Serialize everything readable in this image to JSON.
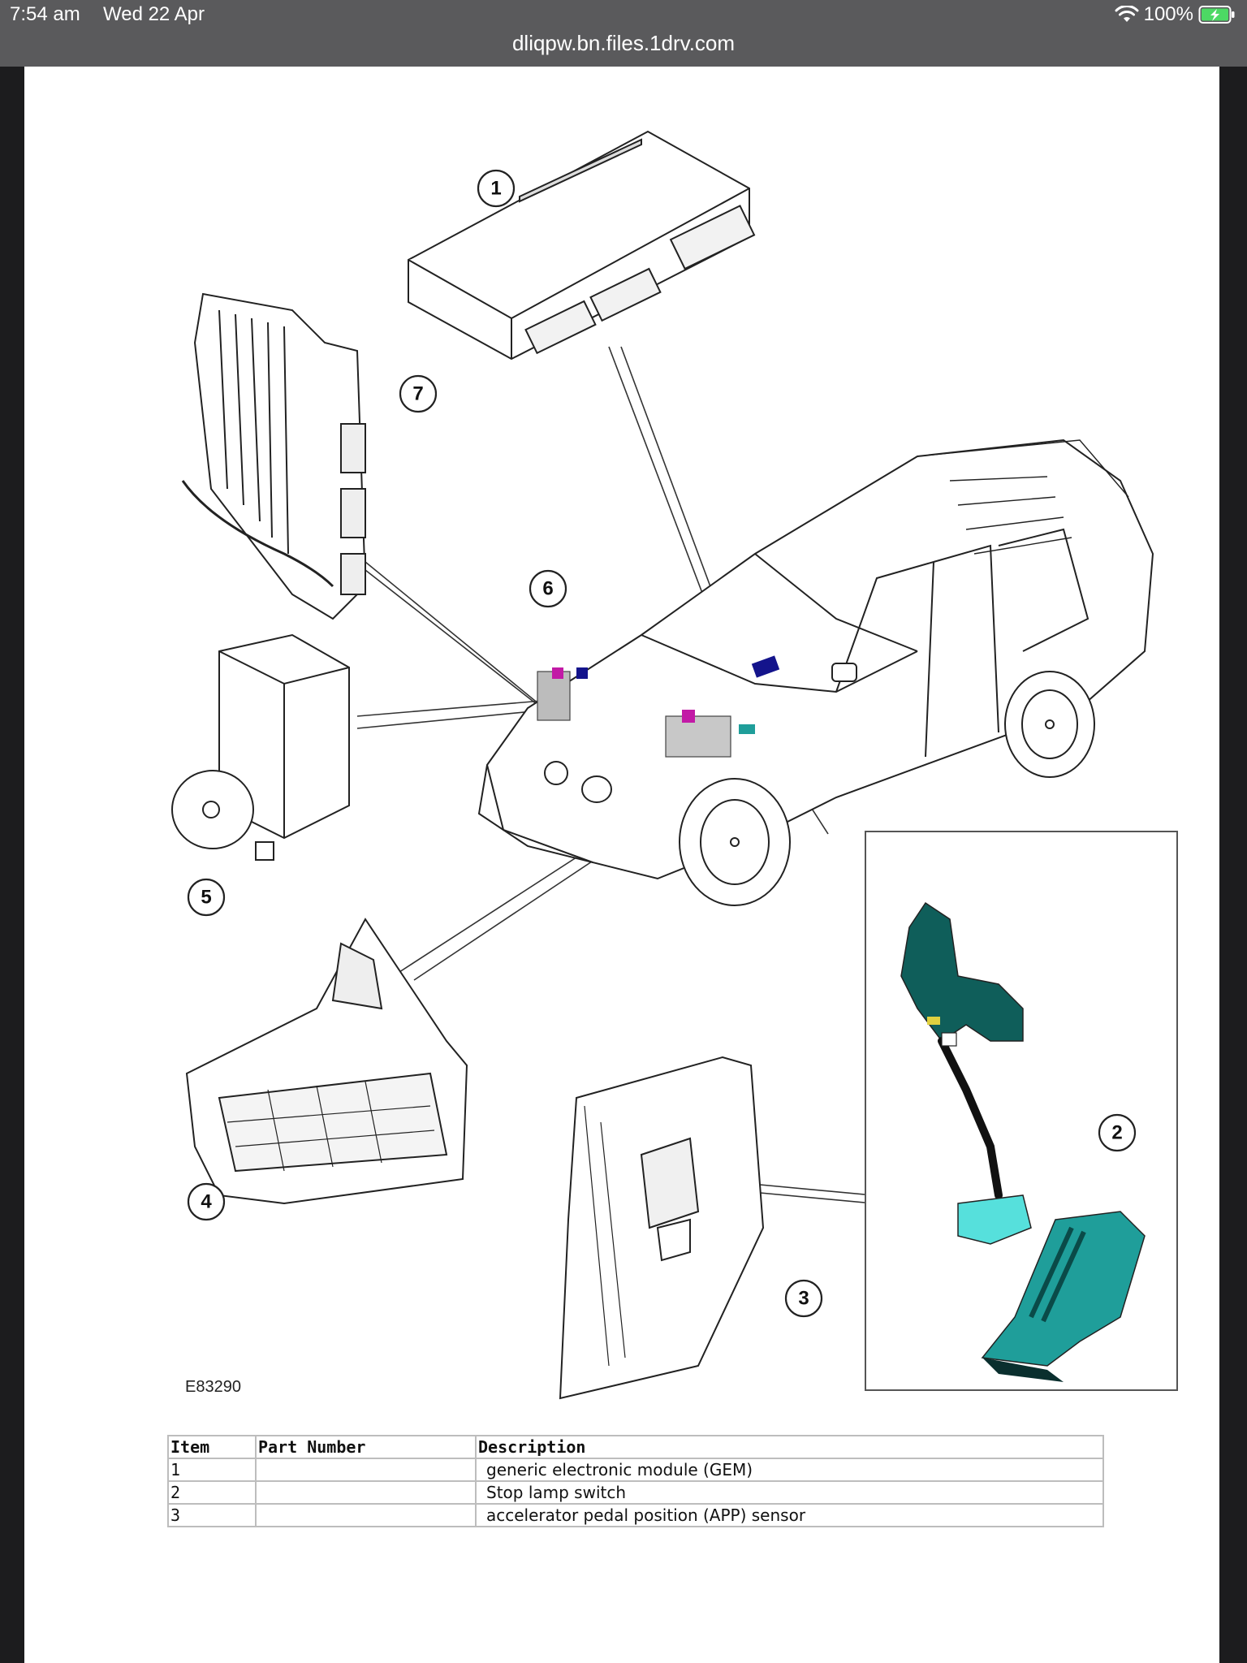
{
  "status_bar": {
    "time": "7:54 am",
    "date": "Wed 22 Apr",
    "battery": "100%",
    "url": "dliqpw.bn.files.1drv.com"
  },
  "figure": {
    "figure_id": "E83290",
    "callouts": [
      "1",
      "2",
      "3",
      "4",
      "5",
      "6",
      "7"
    ],
    "colors": {
      "gem_highlight": "#14148c",
      "component_magenta": "#c21aa6",
      "pedal_teal": "#1f9e9a",
      "bracket_dark_teal": "#0f5e5a"
    }
  },
  "table": {
    "headers": [
      "Item",
      "Part Number",
      "Description"
    ],
    "rows": [
      {
        "item": "1",
        "part": "",
        "desc": "generic electronic module (GEM)"
      },
      {
        "item": "2",
        "part": "",
        "desc": "Stop lamp switch"
      },
      {
        "item": "3",
        "part": "",
        "desc": "accelerator pedal position (APP) sensor"
      }
    ]
  }
}
